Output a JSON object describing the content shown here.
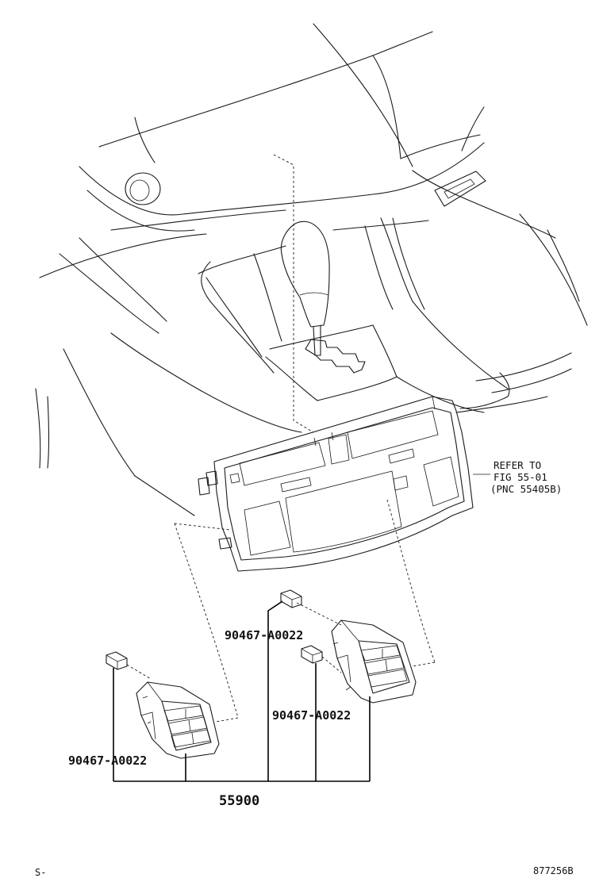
{
  "callouts": {
    "clip_upper": "90467-A0022",
    "clip_right": "90467-A0022",
    "clip_left": "90467-A0022",
    "assembly": "55900"
  },
  "reference_note": {
    "line1": "REFER TO",
    "line2": "FIG 55-01",
    "line3": "(PNC 55405B)"
  },
  "footer": {
    "left_code": "S-",
    "drawing_number": "877256B"
  }
}
